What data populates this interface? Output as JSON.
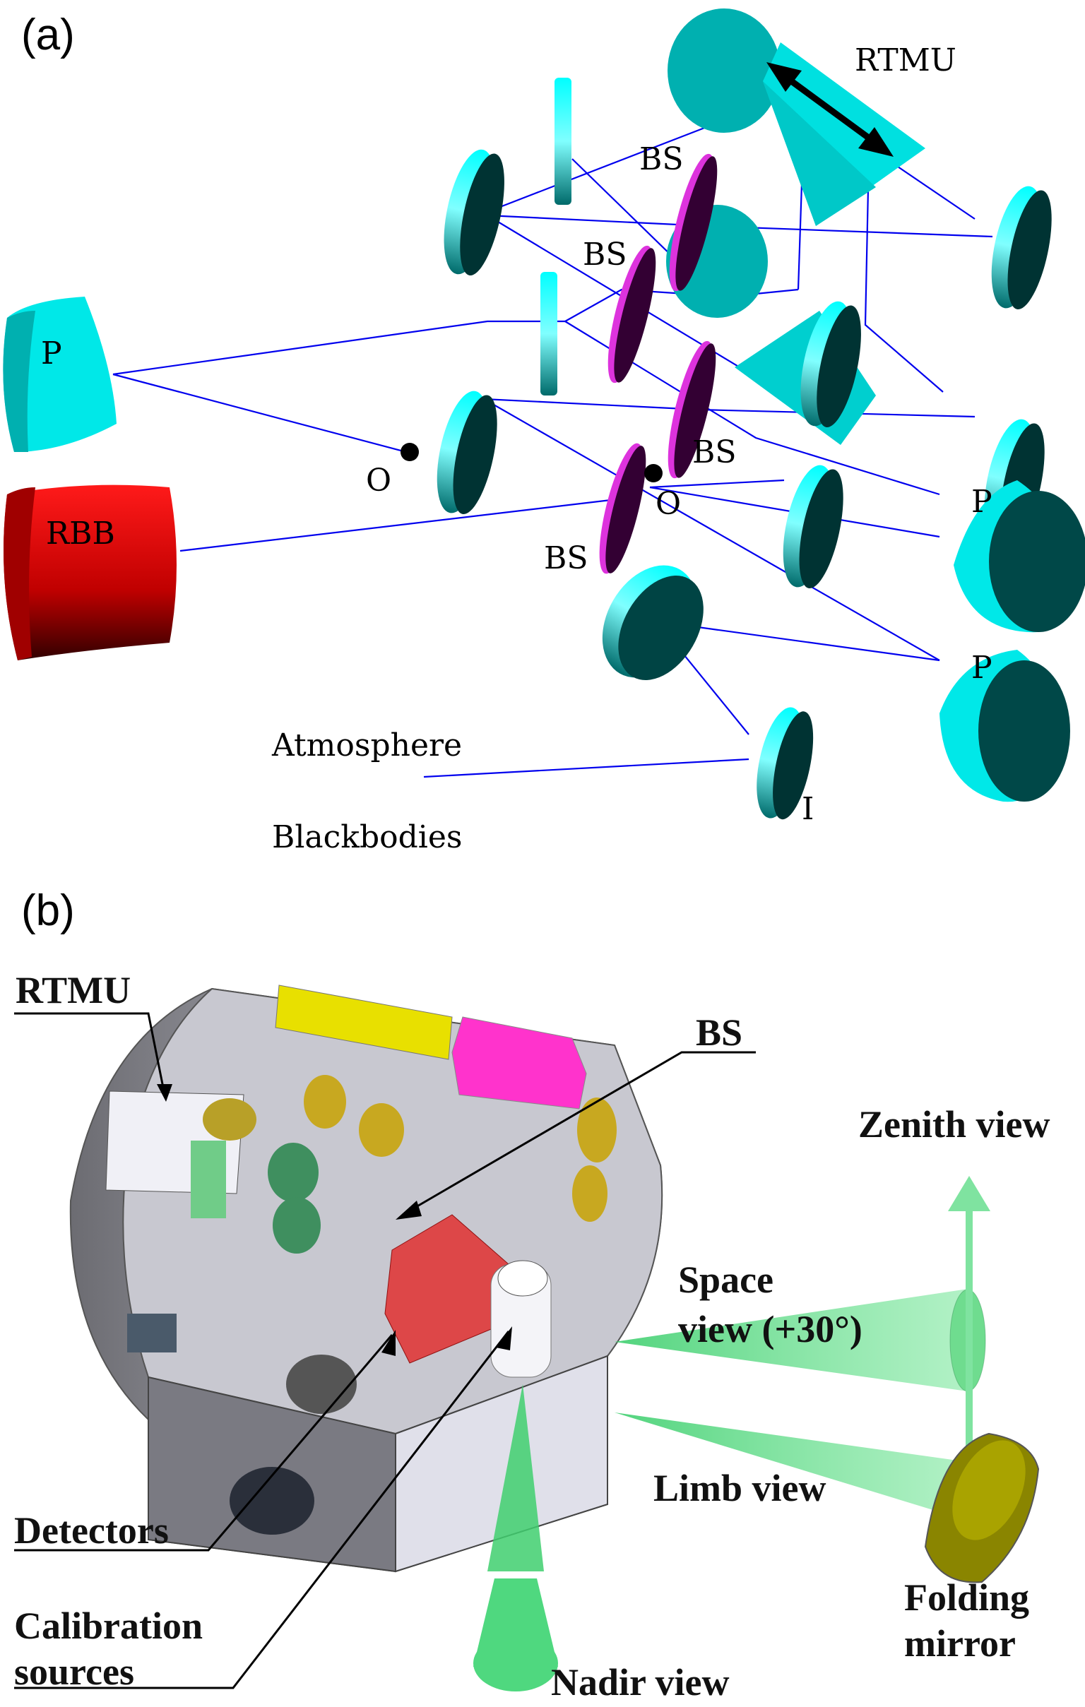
{
  "figure": {
    "panel_a": {
      "label": "(a)",
      "labels": {
        "rtmu": "RTMU",
        "bs1": "BS",
        "bs2": "BS",
        "bs3": "BS",
        "bs4": "BS",
        "p_left": "P",
        "p_right_upper": "P",
        "p_right_lower": "P",
        "o_left": "O",
        "o_center": "O",
        "rbb": "RBB",
        "i": "I",
        "atmosphere": "Atmosphere",
        "blackbodies": "Blackbodies"
      },
      "colors": {
        "mirror": "#00e5e5",
        "mirror_face": "#004040",
        "beamsplitter": "#330033",
        "beamsplitter_edge": "#dd33dd",
        "rbb": "#e00000",
        "ray": "#0000ee"
      }
    },
    "panel_b": {
      "label": "(b)",
      "labels": {
        "rtmu": "RTMU",
        "bs": "BS",
        "zenith_view": "Zenith view",
        "space_view_1": "Space",
        "space_view_2": "view (+30°)",
        "limb_view": "Limb view",
        "folding_mirror_1": "Folding",
        "folding_mirror_2": "mirror",
        "detectors": "Detectors",
        "calibration_1": "Calibration",
        "calibration_2": "sources",
        "nadir_view": "Nadir view"
      },
      "colors": {
        "housing": "#8a8a90",
        "housing_light": "#dcdce6",
        "beam": "#5fd88a",
        "folding_mirror": "#a9a300",
        "detector_box": "#e03030",
        "electronics_yellow": "#e8e000",
        "electronics_magenta": "#ff33cc"
      }
    }
  }
}
